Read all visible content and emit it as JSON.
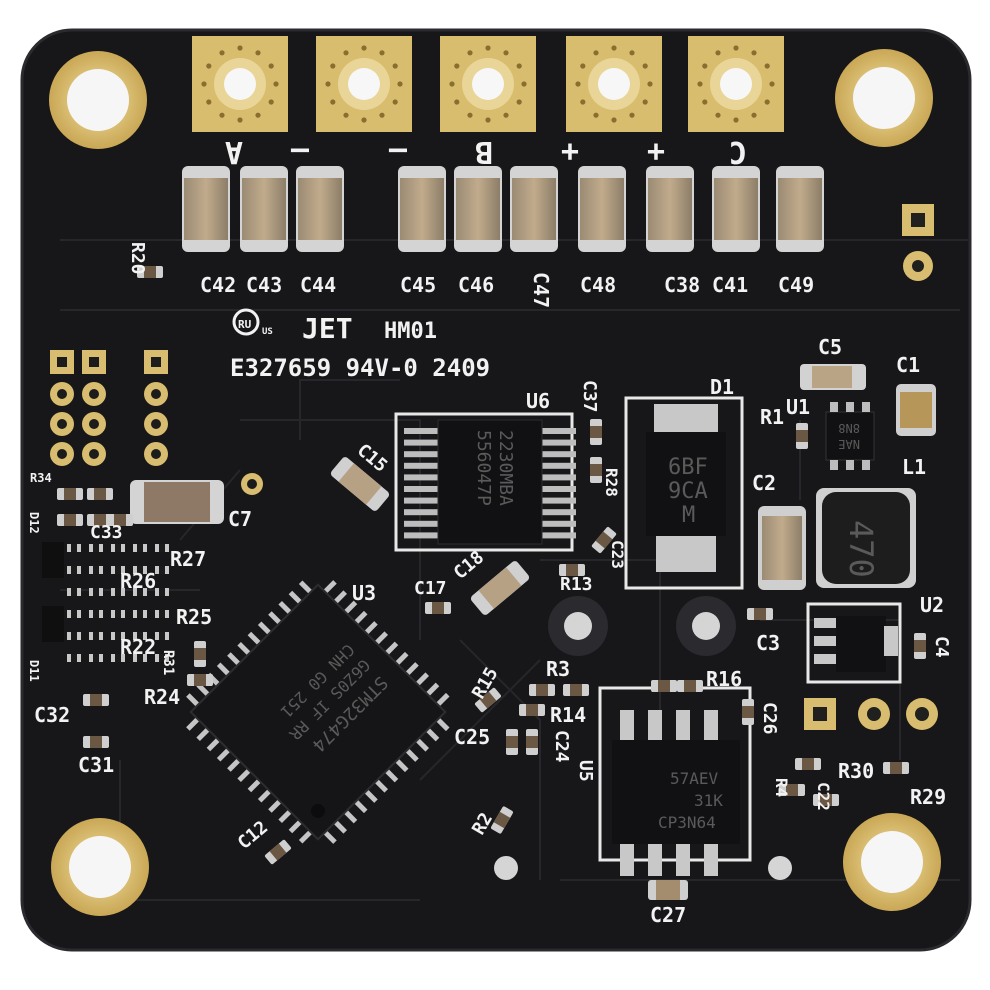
{
  "board": {
    "marking_brand": "JET",
    "marking_model": "HM01",
    "marking_cert": "E327659 94V-0 2409"
  },
  "pad_labels": [
    "A",
    "–",
    "–",
    "B",
    "+",
    "+",
    "C"
  ],
  "capacitors_top": [
    "C42",
    "C43",
    "C44",
    "C45",
    "C46",
    "C47",
    "C48",
    "C38",
    "C41",
    "C49"
  ],
  "refdes": {
    "r20": "R20",
    "c5": "C5",
    "c1": "C1",
    "u1": "U1",
    "r1": "R1",
    "l1": "L1",
    "d1": "D1",
    "c37": "C37",
    "u6": "U6",
    "r28": "R28",
    "c23": "C23",
    "c2": "C2",
    "u2": "U2",
    "c3": "C3",
    "c4": "C4",
    "c15": "C15",
    "c7": "C7",
    "r34": "R34",
    "d12": "D12",
    "c33": "C33",
    "r27": "R27",
    "r26": "R26",
    "u3": "U3",
    "c17": "C17",
    "c18": "C18",
    "r13": "R13",
    "r25": "R25",
    "r22": "R22",
    "r31": "R31",
    "d11": "D11",
    "r24": "R24",
    "c32": "C32",
    "c31": "C31",
    "r15": "R15",
    "r3": "R3",
    "r14": "R14",
    "r16": "R16",
    "c26": "C26",
    "c25": "C25",
    "c24": "C24",
    "u5": "U5",
    "r30": "R30",
    "r29": "R29",
    "r4": "R4",
    "c22": "C22",
    "r2": "R2",
    "c12": "C12",
    "c27": "C27"
  },
  "chip_text": {
    "u6": [
      "556047P",
      "2230MBA"
    ],
    "d1": [
      "6BF",
      "9CA",
      "M"
    ],
    "u1": [
      "8N8",
      "NAE"
    ],
    "l1": "470",
    "u3": [
      "STM32G474",
      "G6Z0S IF RR",
      "CHN G0 251"
    ],
    "u5": [
      "57AEV",
      "31K",
      "CP3N64"
    ]
  }
}
